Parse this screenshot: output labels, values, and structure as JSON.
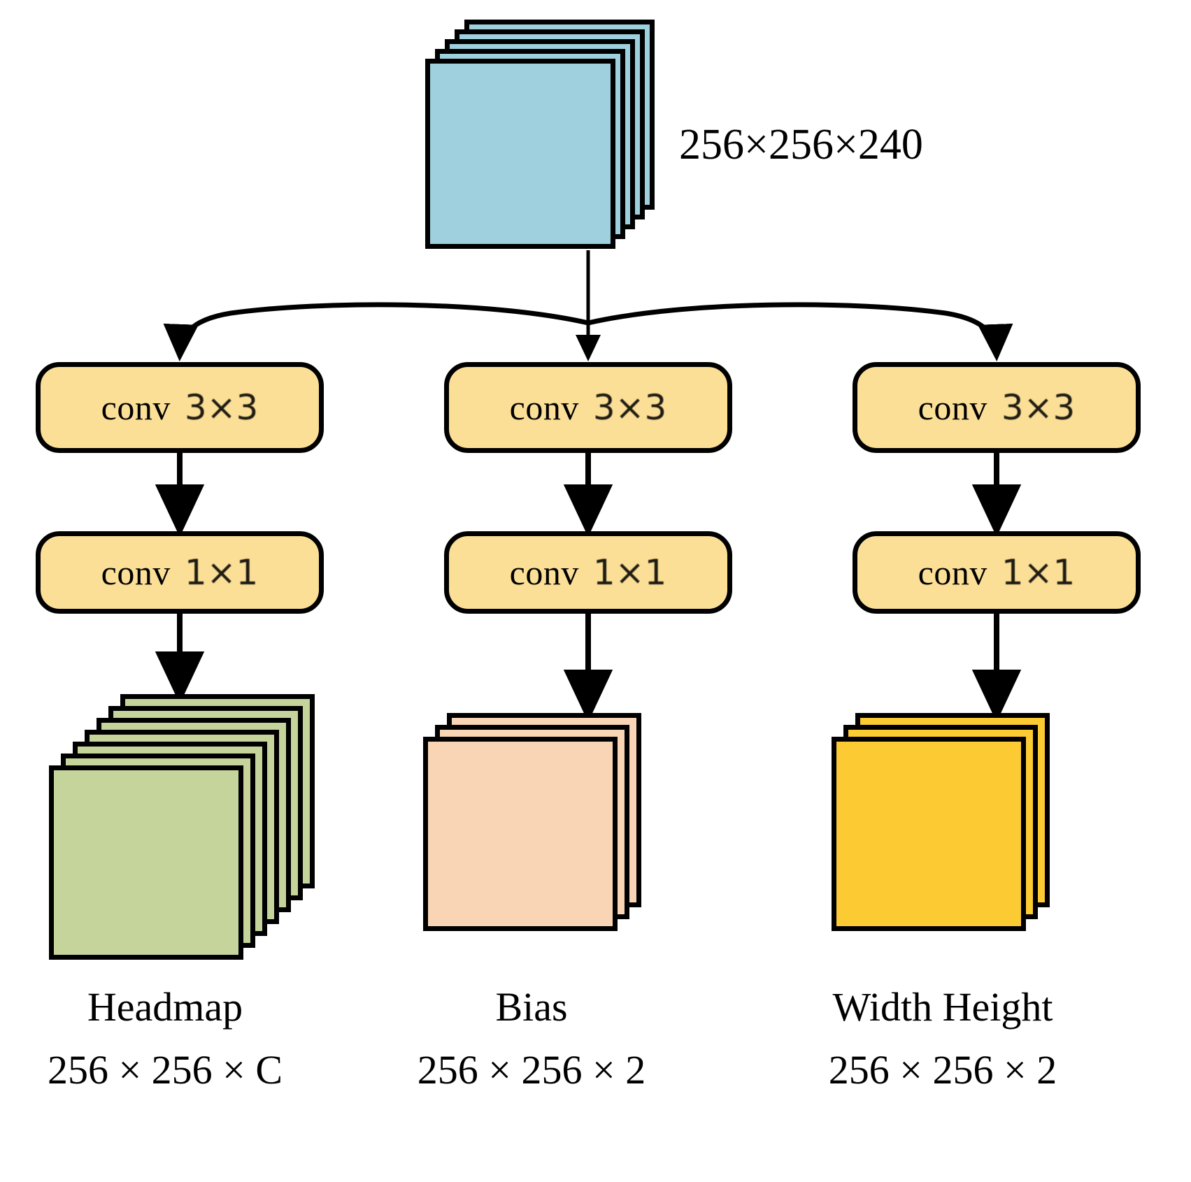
{
  "diagram": {
    "title_text": "256×256×240",
    "input": {
      "name": "input-feature-tensor",
      "dim_label": "256×256×240",
      "color": "#9fd0de",
      "sheets": 5
    },
    "branches": [
      {
        "id": "heatmap",
        "conv_a_word": "conv",
        "conv_a_kernel": "3×3",
        "conv_b_word": "conv",
        "conv_b_kernel": "1×1",
        "output_name": "Headmap",
        "output_dim": "256 × 256 × C",
        "output_color": "#c5d49a",
        "output_sheets": 7
      },
      {
        "id": "bias",
        "conv_a_word": "conv",
        "conv_a_kernel": "3×3",
        "conv_b_word": "conv",
        "conv_b_kernel": "1×1",
        "output_name": "Bias",
        "output_dim": "256 × 256 × 2",
        "output_color": "#fad5b5",
        "output_sheets": 3
      },
      {
        "id": "width-height",
        "conv_a_word": "conv",
        "conv_a_kernel": "3×3",
        "conv_b_word": "conv",
        "conv_b_kernel": "1×1",
        "output_name": "Width Height",
        "output_dim": "256 × 256 × 2",
        "output_color": "#fcca33",
        "output_sheets": 3
      }
    ],
    "colors": {
      "stroke": "#000000",
      "conv_fill": "#fbdf97",
      "input_fill": "#9fd0de",
      "heatmap_fill": "#c5d49a",
      "bias_fill": "#fad5b5",
      "wh_fill": "#fcca33",
      "background": "#ffffff"
    }
  }
}
